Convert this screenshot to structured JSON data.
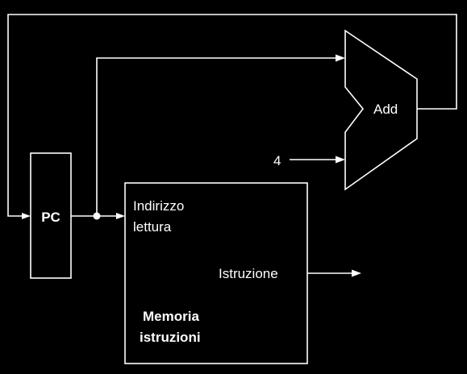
{
  "diagram": {
    "pc_label": "PC",
    "adder_label": "Add",
    "constant_label": "4",
    "memory": {
      "address_label_line1": "Indirizzo",
      "address_label_line2": "lettura",
      "output_label": "Istruzione",
      "title_line1": "Memoria",
      "title_line2": "istruzioni"
    }
  },
  "colors": {
    "background": "#000000",
    "foreground": "#ffffff"
  }
}
